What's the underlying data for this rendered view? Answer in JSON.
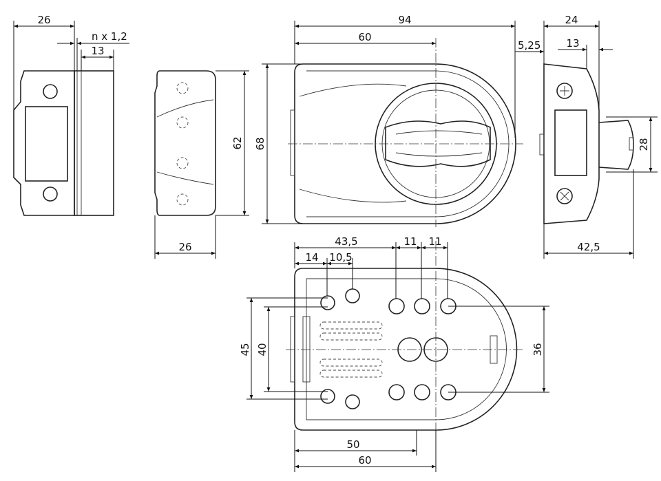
{
  "title": "Lock technical drawing",
  "dimensions": {
    "side_left_width": "26",
    "side_left_gap": "n x  1,2",
    "side_left_body": "13",
    "rear_height": "62",
    "rear_width": "26",
    "front_height": "68",
    "front_width": "94",
    "front_center": "60",
    "front_offset": "5,25",
    "right_width": "24",
    "right_body": "13",
    "right_cylinder": "28",
    "right_total": "42,5",
    "bottom_43": "43,5",
    "bottom_11a": "11",
    "bottom_11b": "11",
    "bottom_14": "14",
    "bottom_10": "10,5",
    "bottom_45": "45",
    "bottom_40": "40",
    "bottom_36": "36",
    "bottom_50": "50",
    "bottom_60": "60"
  }
}
